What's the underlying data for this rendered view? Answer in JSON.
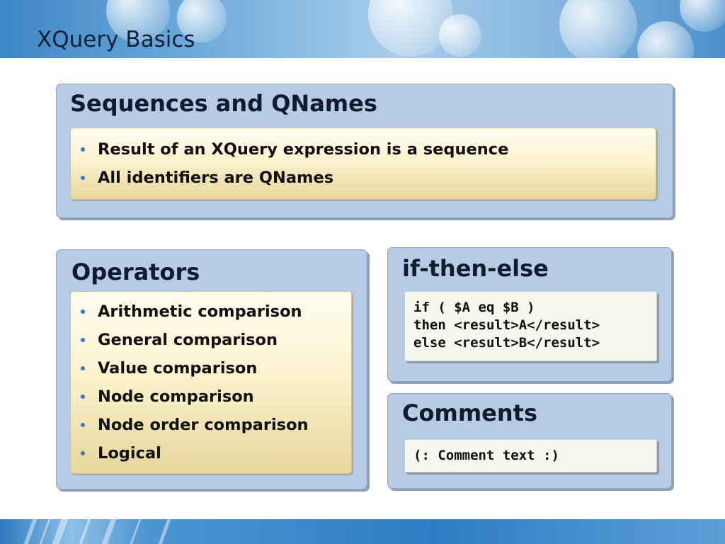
{
  "slide": {
    "title": "XQuery Basics"
  },
  "panels": {
    "sequences": {
      "title": "Sequences and QNames",
      "bullets": [
        "Result of an XQuery expression is a sequence",
        "All identifiers are QNames"
      ]
    },
    "operators": {
      "title": "Operators",
      "bullets": [
        "Arithmetic comparison",
        "General comparison",
        "Value comparison",
        "Node comparison",
        "Node order comparison",
        "Logical"
      ]
    },
    "ifthenelse": {
      "title": "if-then-else",
      "code": [
        "if ( $A eq $B )",
        "then <result>A</result>",
        "else <result>B</result>"
      ]
    },
    "comments": {
      "title": "Comments",
      "code": [
        "(: Comment text :)"
      ]
    }
  },
  "colors": {
    "panel_bg": "#b7cbe4",
    "bullet": "#3c78c8",
    "inner_gold_top": "#fffdf0",
    "inner_gold_bottom": "#e7d79c",
    "code_bg": "#f5f8ef"
  }
}
